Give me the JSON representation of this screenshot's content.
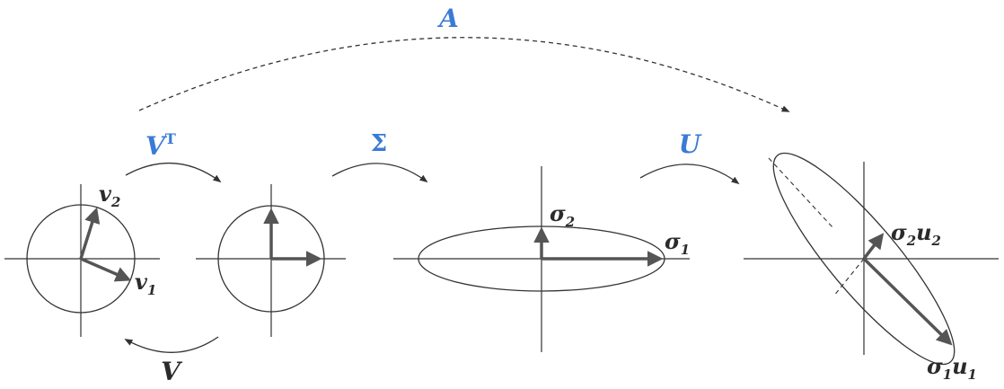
{
  "transforms": {
    "A": "A",
    "Vt": {
      "base": "V",
      "sup": "T"
    },
    "Sigma": "Σ",
    "U": "U",
    "V": "V"
  },
  "vectors": {
    "v2": {
      "base": "v",
      "sub": "2"
    },
    "v1": {
      "base": "v",
      "sub": "1"
    },
    "sigma2": {
      "base": "σ",
      "sub": "2"
    },
    "sigma1": {
      "base": "σ",
      "sub": "1"
    },
    "sigma2u2": {
      "a": "σ",
      "asub": "2",
      "b": "u",
      "bsub": "2"
    },
    "sigma1u1": {
      "a": "σ",
      "asub": "1",
      "b": "u",
      "bsub": "1"
    }
  },
  "colors": {
    "transform_label": "#3a7bd5",
    "ink": "#2b2b2b",
    "vector": "#555555"
  }
}
